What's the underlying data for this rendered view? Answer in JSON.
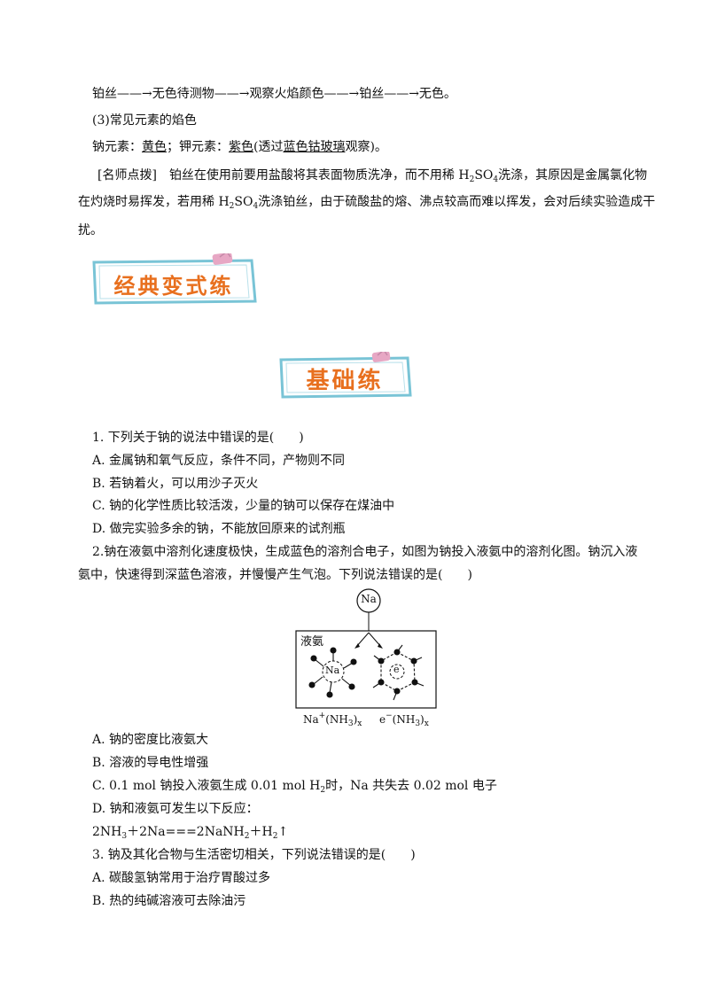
{
  "section_a": {
    "flow": "铂丝——→无色待测物——→观察火焰颜色——→铂丝——→无色。",
    "heading": "(3)常见元素的焰色",
    "flame": {
      "na_prefix": "钠元素：",
      "na_color": "黄色",
      "sep": "；钾元素：",
      "k_color": "紫色",
      "note_open": "(透过",
      "note_glass": "蓝色钴玻璃",
      "note_close": "观察)。"
    },
    "tip": {
      "label": "[名师点拨]",
      "p1": "铂丝在使用前要用盐酸将其表面物质洗净，而不用稀 H",
      "p1_sub2": "2",
      "p1_so": "SO",
      "p1_sub4": "4",
      "p2": "洗涤，其原因是金属氯化物",
      "line2_a": "在灼烧时易挥发，若用稀 H",
      "line2_sub2": "2",
      "line2_so": "SO",
      "line2_sub4": "4",
      "line2_b": "洗涤铂丝，由于硫酸盐的熔、沸点较高而难以挥发，会对后续实验造成干",
      "line3": "扰。"
    }
  },
  "banners": {
    "classic": "经典变式练",
    "basic": "基础练"
  },
  "q1": {
    "stem": "1. 下列关于钠的说法中错误的是(　　)",
    "a": "A. 金属钠和氧气反应，条件不同，产物则不同",
    "b": "B. 若钠着火，可以用沙子灭火",
    "c": "C. 钠的化学性质比较活泼，少量的钠可以保存在煤油中",
    "d": "D. 做完实验多余的钠，不能放回原来的试剂瓶"
  },
  "q2": {
    "stem1": "2.钠在液氨中溶剂化速度极快，生成蓝色的溶剂合电子，如图为钠投入液氨中的溶剂化图。钠沉入液",
    "stem2": "氨中，快速得到深蓝色溶液，并慢慢产生气泡。下列说法错误的是(　　)",
    "diagram": {
      "top_label": "Na",
      "box_label": "液氨",
      "na_ion": "Na",
      "electron": "e",
      "caption_left": "Na",
      "caption_left_sup": "+",
      "caption_left_rest": "(NH",
      "caption_left_sub": "3",
      "caption_left_close": ")",
      "caption_left_x": "x",
      "caption_right": "e",
      "caption_right_sup": "−",
      "caption_right_rest": "(NH",
      "caption_right_sub": "3",
      "caption_right_close": ")",
      "caption_right_x": "x"
    },
    "a": "A. 钠的密度比液氨大",
    "b": "B. 溶液的导电性增强",
    "c_pre": "C. 0.1 mol 钠投入液氨生成 0.01 mol H",
    "c_sub": "2",
    "c_post": "时，Na 共失去 0.02 mol  电子",
    "d": "D. 钠和液氨可发生以下反应：",
    "eq": {
      "p1": "2NH",
      "s1": "3",
      "p2": "＋2Na===2NaNH",
      "s2": "2",
      "p3": "＋H",
      "s3": "2",
      "p4": "↑"
    }
  },
  "q3": {
    "stem": "3. 钠及其化合物与生活密切相关，下列说法错误的是(　　)",
    "a": "A. 碳酸氢钠常用于治疗胃酸过多",
    "b": "B. 热的纯碱溶液可去除油污"
  },
  "colors": {
    "banner_fill": "#ffffff",
    "banner_border": "#79c4d6",
    "banner_text": "#e8701f",
    "ribbon": "#e7a7c4"
  }
}
